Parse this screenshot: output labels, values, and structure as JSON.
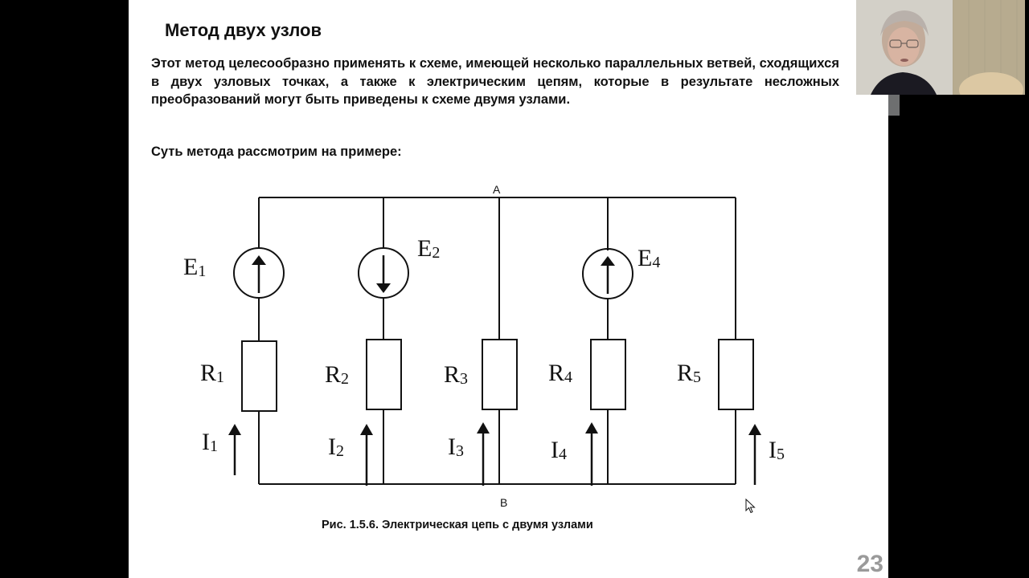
{
  "slide": {
    "title": "Метод двух узлов",
    "paragraph": "Этот метод целесообразно применять к схеме, имеющей несколько параллельных ветвей, сходящихся в двух узловых точках, а также к электрическим цепям, которые в результате несложных преобразований могут быть приведены к схеме двумя узлами.",
    "example_line": "Суть метода рассмотрим на примере:",
    "caption": "Рис. 1.5.6. Электрическая цепь с двумя узлами",
    "page_number": "23"
  },
  "circuit": {
    "node_top": "A",
    "node_bottom": "B",
    "sources": [
      {
        "letter": "E",
        "index": "1",
        "direction": "up"
      },
      {
        "letter": "E",
        "index": "2",
        "direction": "down"
      },
      {
        "letter": "E",
        "index": "4",
        "direction": "up"
      }
    ],
    "resistors": [
      {
        "letter": "R",
        "index": "1"
      },
      {
        "letter": "R",
        "index": "2"
      },
      {
        "letter": "R",
        "index": "3"
      },
      {
        "letter": "R",
        "index": "4"
      },
      {
        "letter": "R",
        "index": "5"
      }
    ],
    "currents": [
      {
        "letter": "I",
        "index": "1"
      },
      {
        "letter": "I",
        "index": "2"
      },
      {
        "letter": "I",
        "index": "3"
      },
      {
        "letter": "I",
        "index": "4"
      },
      {
        "letter": "I",
        "index": "5"
      }
    ]
  }
}
